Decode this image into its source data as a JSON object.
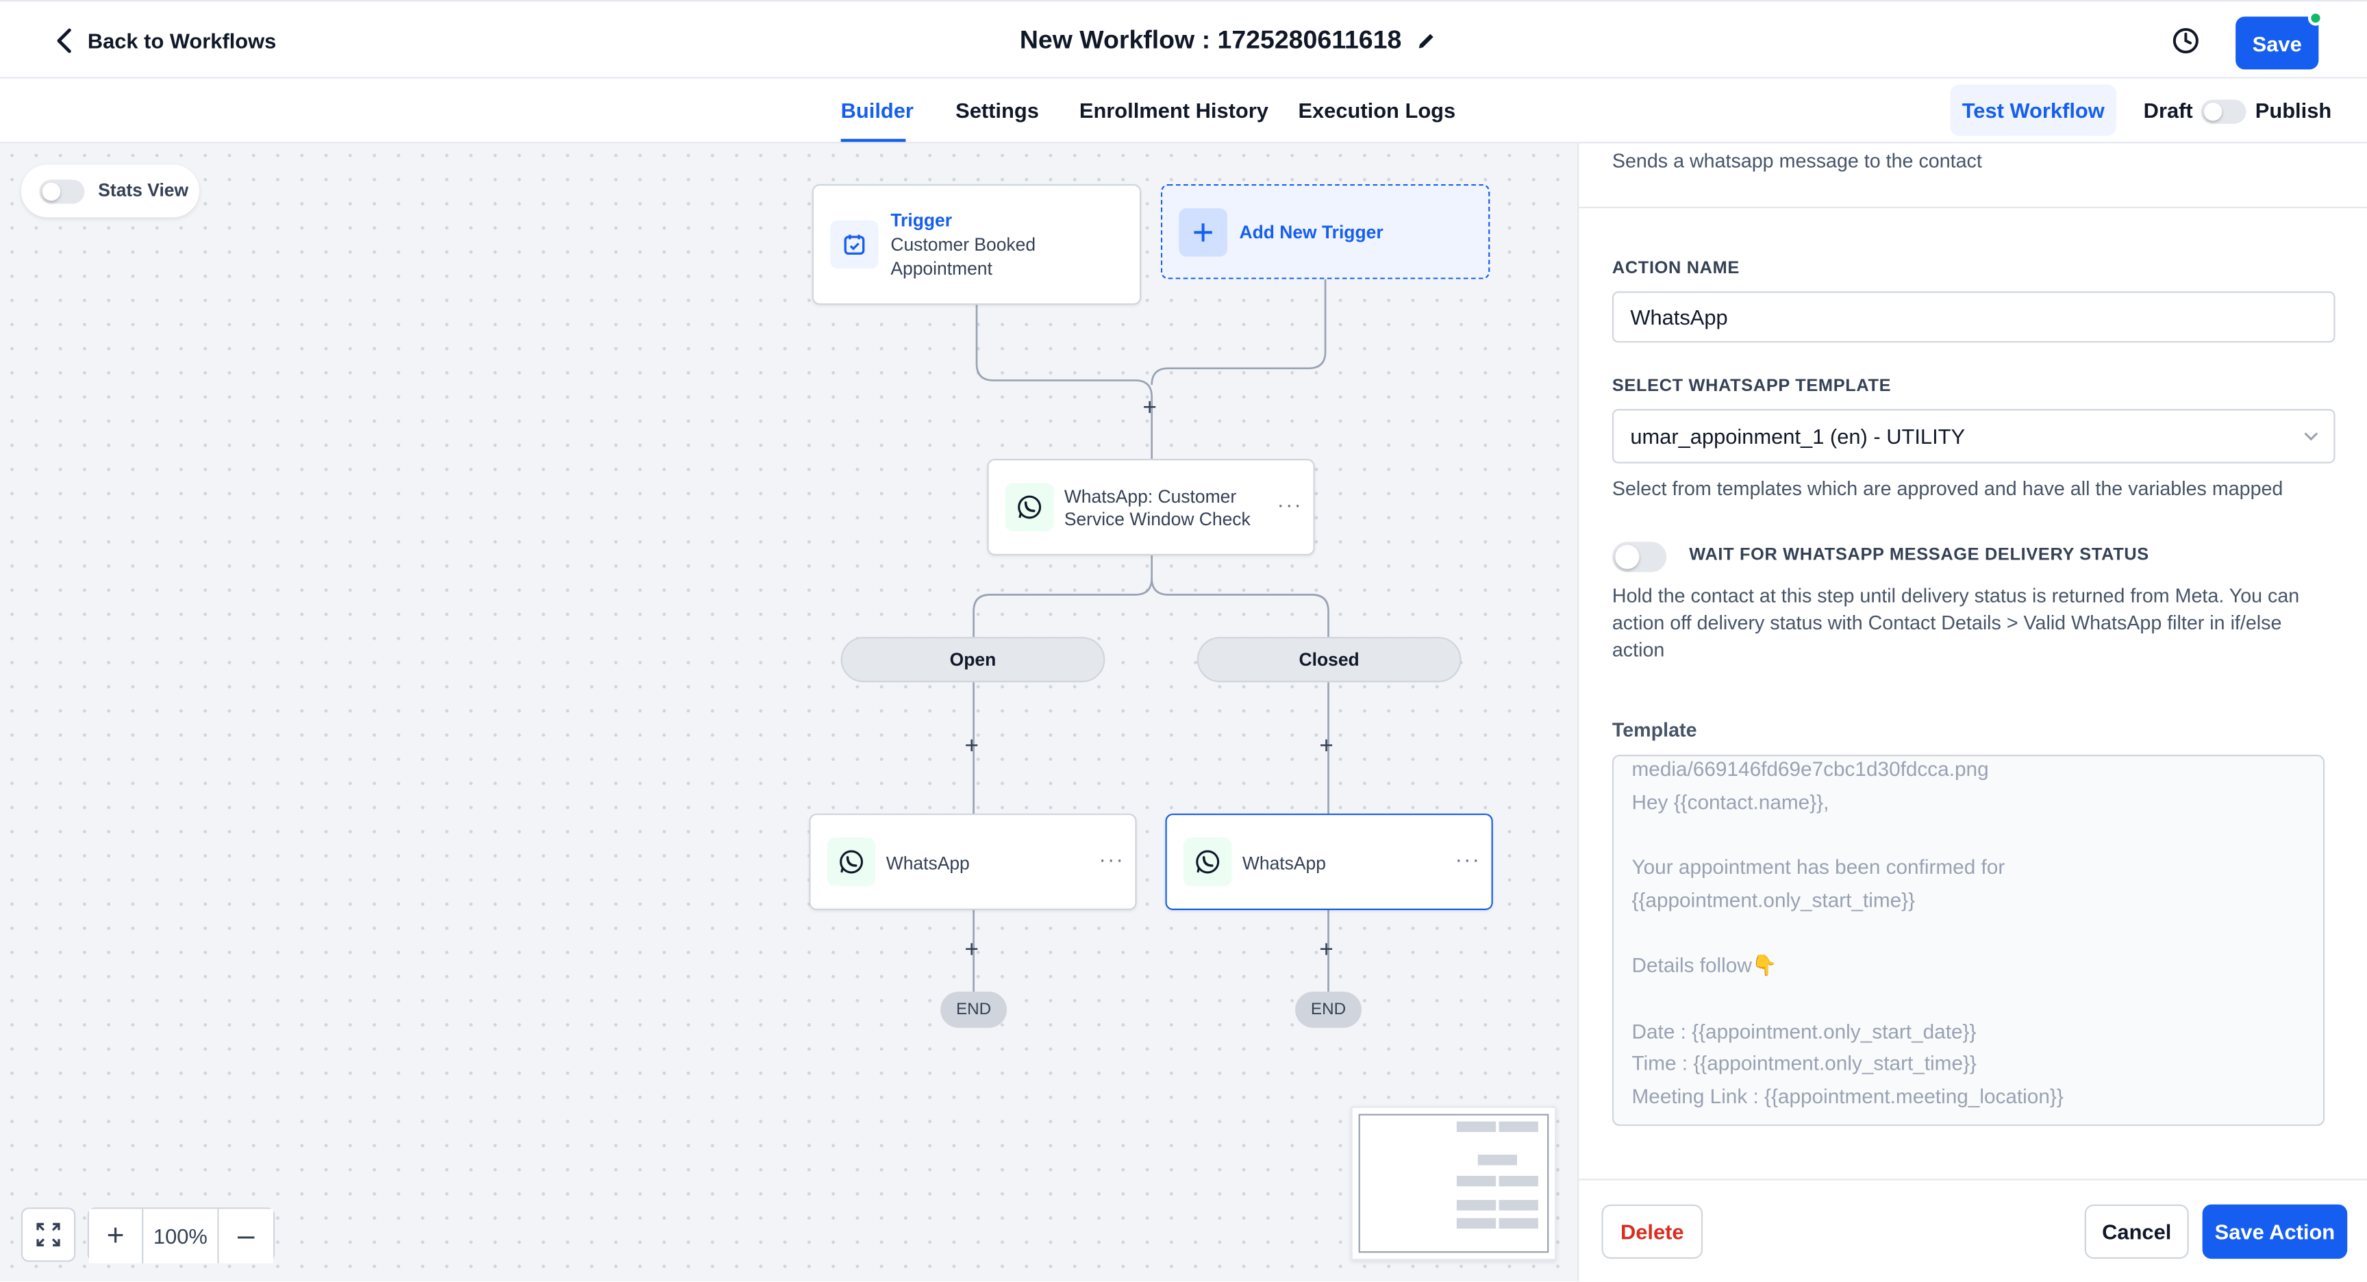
{
  "header": {
    "back_label": "Back to Workflows",
    "title": "New Workflow : 1725280611618",
    "save_label": "Save"
  },
  "tabs": [
    {
      "label": "Builder",
      "active": true
    },
    {
      "label": "Settings",
      "active": false
    },
    {
      "label": "Enrollment History",
      "active": false
    },
    {
      "label": "Execution Logs",
      "active": false
    }
  ],
  "toolbar": {
    "test_workflow_label": "Test Workflow",
    "draft_label": "Draft",
    "publish_label": "Publish",
    "published": false
  },
  "canvas": {
    "stats_view_label": "Stats View",
    "stats_view_on": false,
    "trigger": {
      "heading": "Trigger",
      "text": "Customer Booked Appointment"
    },
    "add_trigger_label": "Add New Trigger",
    "check_node": {
      "label": "WhatsApp: Customer Service Window Check"
    },
    "branches": [
      {
        "label": "Open",
        "action": "WhatsApp",
        "end": "END",
        "selected": false
      },
      {
        "label": "Closed",
        "action": "WhatsApp",
        "end": "END",
        "selected": true
      }
    ],
    "zoom_level": "100%"
  },
  "panel": {
    "description": "Sends a whatsapp message to the contact",
    "action_name_label": "ACTION NAME",
    "action_name_value": "WhatsApp",
    "template_select_label": "SELECT WHATSAPP TEMPLATE",
    "template_select_value": "umar_appoinment_1 (en) - UTILITY",
    "template_select_help": "Select from templates which are approved and have all the variables mapped",
    "wait_label": "WAIT FOR WHATSAPP MESSAGE DELIVERY STATUS",
    "wait_on": false,
    "wait_help": "Hold the contact at this step until delivery status is returned from Meta. You can action off delivery status with Contact Details > Valid WhatsApp filter in if/else action",
    "template_heading": "Template",
    "template_lines": [
      "media/669146fd69e7cbc1d30fdcca.png",
      "Hey {{contact.name}},",
      "",
      "Your appointment has been confirmed for",
      "{{appointment.only_start_time}}",
      "",
      "Details follow👇",
      "",
      "Date : {{appointment.only_start_date}}",
      "Time : {{appointment.only_start_time}}",
      "Meeting Link : {{appointment.meeting_location}}"
    ],
    "delete_label": "Delete",
    "cancel_label": "Cancel",
    "save_action_label": "Save Action"
  },
  "colors": {
    "accent": "#155eef",
    "danger": "#d92d20",
    "whatsapp": "#12b76a"
  }
}
